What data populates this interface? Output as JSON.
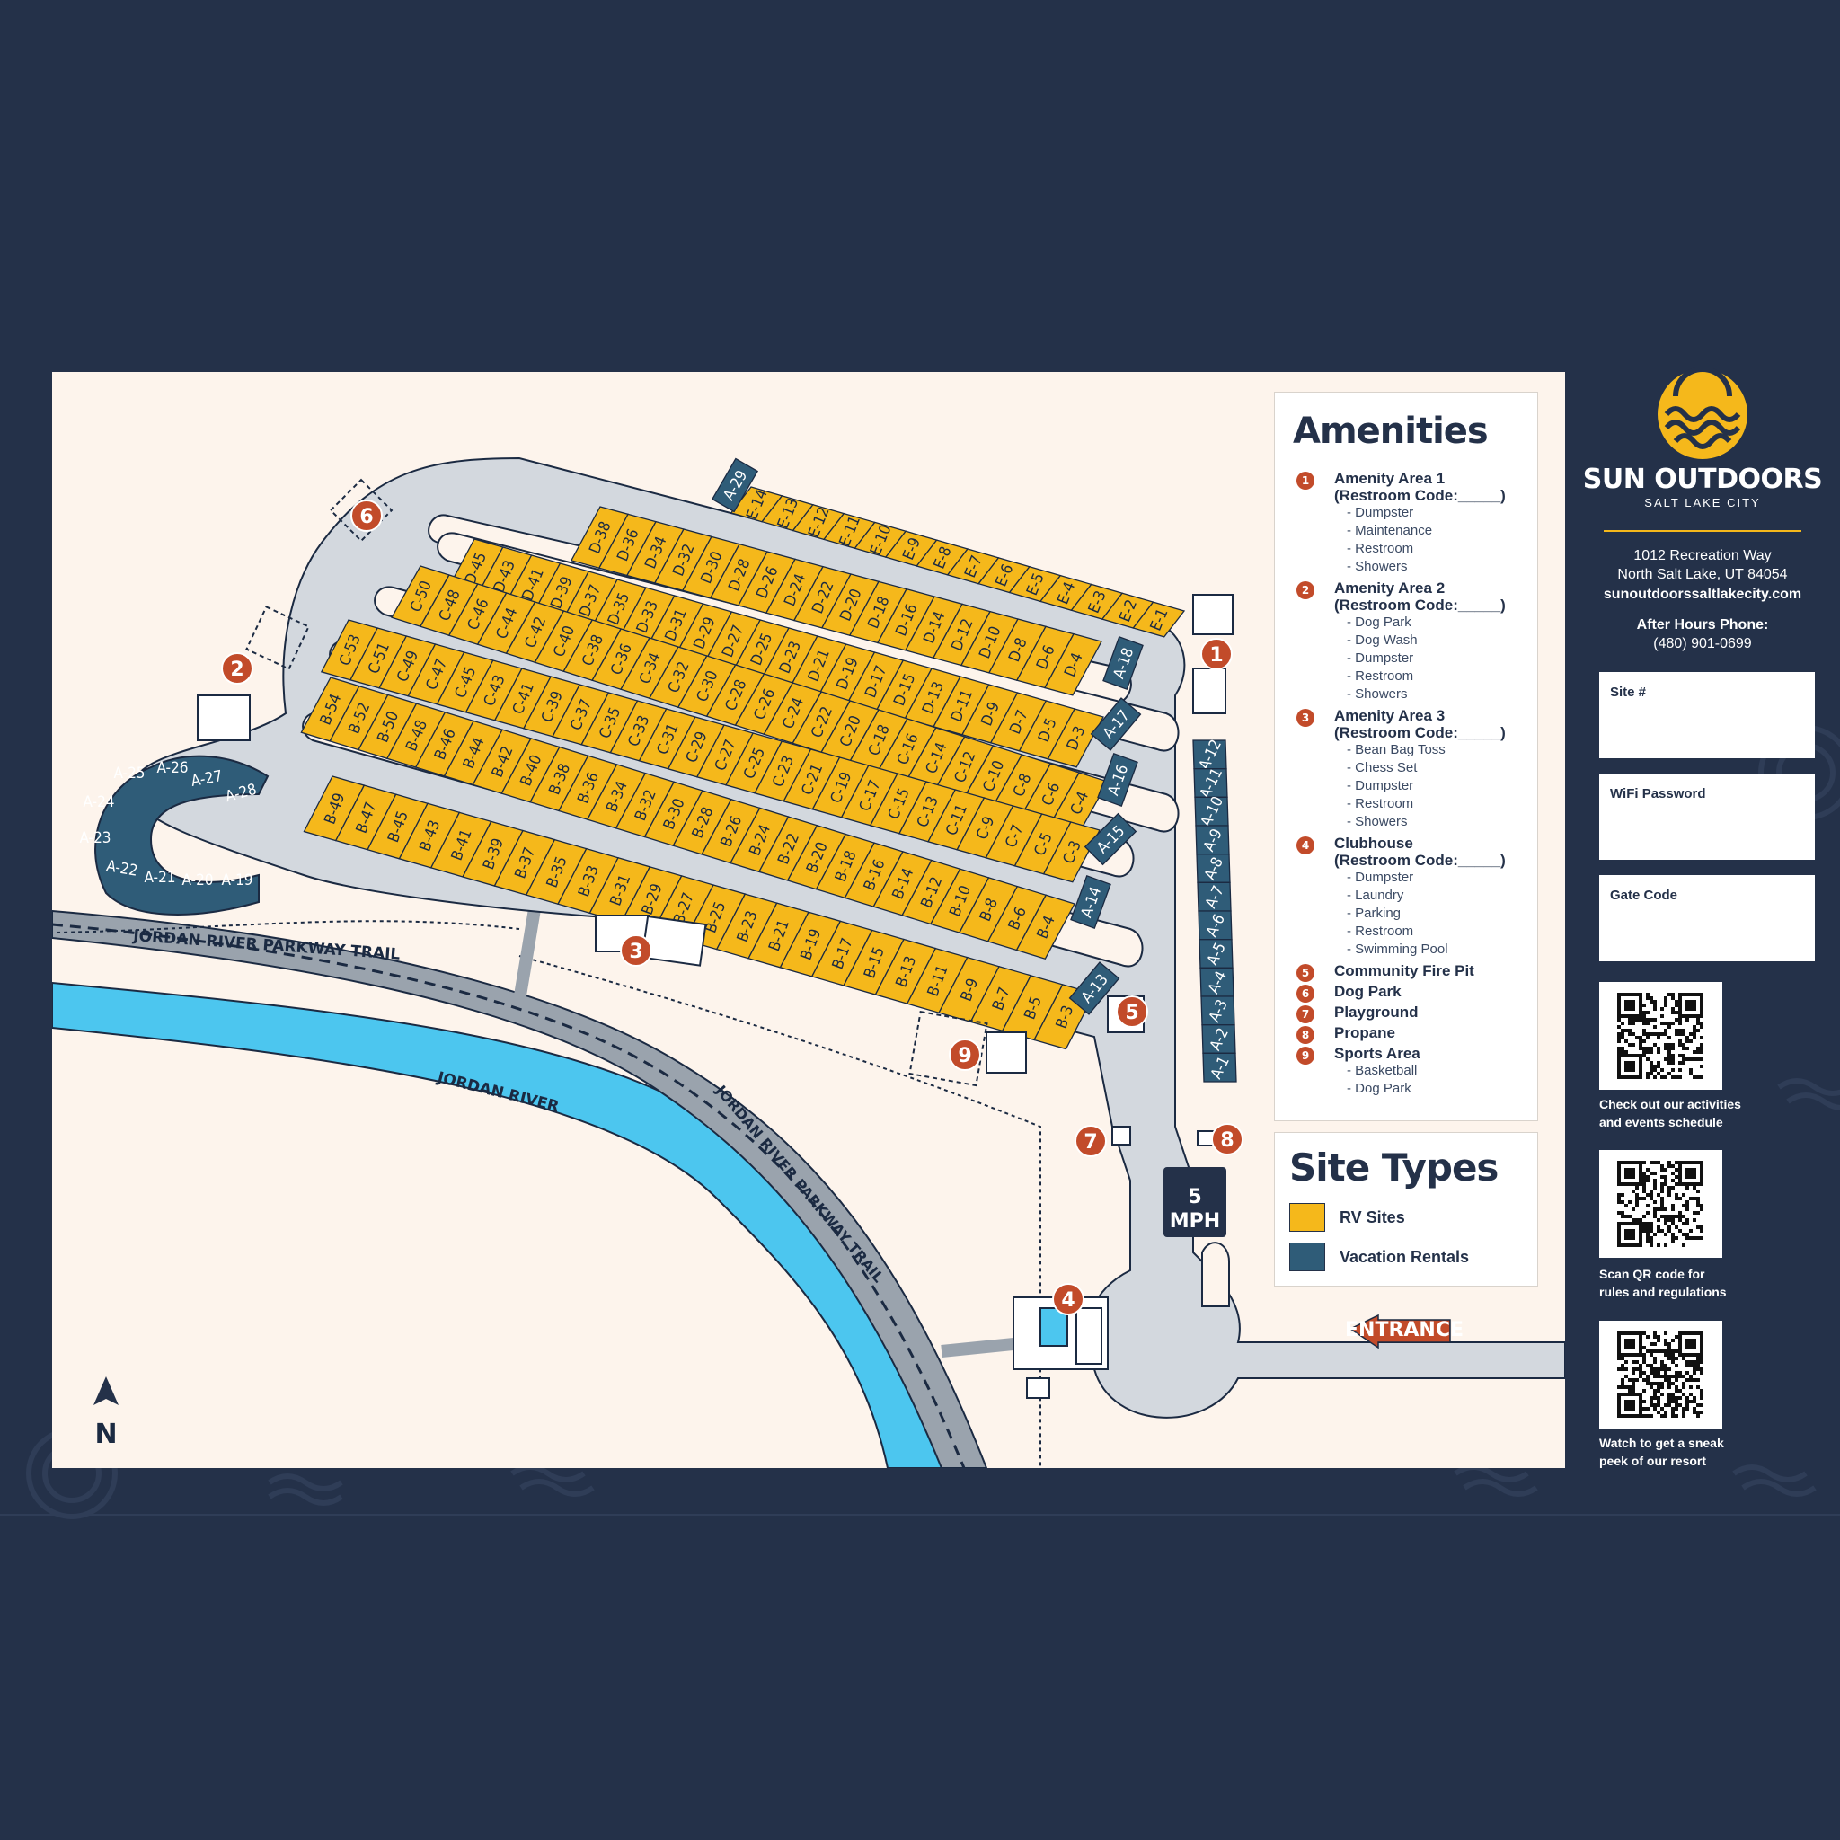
{
  "brand": {
    "name": "SUN OUTDOORS",
    "location": "SALT LAKE CITY",
    "address_line1": "1012 Recreation Way",
    "address_line2": "North Salt Lake, UT 84054",
    "website": "sunoutdoorssaltlakecity.com",
    "after_hours_label": "After Hours Phone:",
    "after_hours_phone": "(480) 901-0699"
  },
  "fields": {
    "site": "Site #",
    "wifi": "WiFi Password",
    "gate": "Gate Code"
  },
  "qr_codes": [
    {
      "caption1": "Check out our activities",
      "caption2": "and events schedule"
    },
    {
      "caption1": "Scan QR code for",
      "caption2": "rules and regulations"
    },
    {
      "caption1": "Watch to get a sneak",
      "caption2": "peek of our resort"
    }
  ],
  "amenities": {
    "title": "Amenities",
    "items": [
      {
        "num": "1",
        "title": "Amenity Area 1",
        "code": "(Restroom Code:_____)",
        "subs": [
          "- Dumpster",
          "- Maintenance",
          "- Restroom",
          "- Showers"
        ]
      },
      {
        "num": "2",
        "title": "Amenity Area 2",
        "code": "(Restroom Code:_____)",
        "subs": [
          "- Dog Park",
          "- Dog Wash",
          "- Dumpster",
          "- Restroom",
          "- Showers"
        ]
      },
      {
        "num": "3",
        "title": "Amenity Area 3",
        "code": "(Restroom Code:_____)",
        "subs": [
          "- Bean Bag Toss",
          "- Chess Set",
          "- Dumpster",
          "- Restroom",
          "- Showers"
        ]
      },
      {
        "num": "4",
        "title": "Clubhouse",
        "code": "(Restroom Code:_____)",
        "subs": [
          "- Dumpster",
          "- Laundry",
          "- Parking",
          "- Restroom",
          "- Swimming Pool"
        ]
      },
      {
        "num": "5",
        "title": "Community Fire Pit",
        "code": "",
        "subs": []
      },
      {
        "num": "6",
        "title": "Dog Park",
        "code": "",
        "subs": []
      },
      {
        "num": "7",
        "title": "Playground",
        "code": "",
        "subs": []
      },
      {
        "num": "8",
        "title": "Propane",
        "code": "",
        "subs": []
      },
      {
        "num": "9",
        "title": "Sports Area",
        "code": "",
        "subs": [
          "- Basketball",
          "- Dog Park"
        ]
      }
    ]
  },
  "site_types": {
    "title": "Site Types",
    "rv_label": "RV Sites",
    "vacation_label": "Vacation Rentals"
  },
  "colors": {
    "navy": "#243149",
    "rv_yellow": "#f5b81b",
    "vacation_teal": "#2f5c78",
    "river_blue": "#4cc6ef",
    "badge_red": "#c24b2a",
    "road_gray": "#d3d8de",
    "trail_gray": "#9aa3ad",
    "map_bg": "#fdf4ec"
  },
  "map": {
    "river_label": "JORDAN RIVER",
    "trail_label_1": "JORDAN RIVER PARKWAY TRAIL",
    "trail_label_2": "JORDAN RIVER PARKWAY TRAIL",
    "entrance_label": "ENTRANCE",
    "speed_value": "5",
    "speed_unit": "MPH",
    "north_label": "N",
    "rows": [
      {
        "name": "row-e",
        "type": "rv",
        "labels": [
          "E-14",
          "E-13",
          "E-12",
          "E-11",
          "E-10",
          "E-9",
          "E-8",
          "E-7",
          "E-6",
          "E-5",
          "E-4",
          "E-3",
          "E-2",
          "E-1"
        ]
      },
      {
        "name": "row-d-upper",
        "type": "rv",
        "labels": [
          "D-38",
          "D-36",
          "D-34",
          "D-32",
          "D-30",
          "D-28",
          "D-26",
          "D-24",
          "D-22",
          "D-20",
          "D-18",
          "D-16",
          "D-14",
          "D-12",
          "D-10",
          "D-8",
          "D-6",
          "D-4"
        ]
      },
      {
        "name": "row-d-lower",
        "type": "rv",
        "labels": [
          "D-45",
          "D-43",
          "D-41",
          "D-39",
          "D-37",
          "D-35",
          "D-33",
          "D-31",
          "D-29",
          "D-27",
          "D-25",
          "D-23",
          "D-21",
          "D-19",
          "D-17",
          "D-15",
          "D-13",
          "D-11",
          "D-9",
          "D-7",
          "D-5",
          "D-3"
        ]
      },
      {
        "name": "row-c-upper",
        "type": "rv",
        "labels": [
          "C-50",
          "C-48",
          "C-46",
          "C-44",
          "C-42",
          "C-40",
          "C-38",
          "C-36",
          "C-34",
          "C-32",
          "C-30",
          "C-28",
          "C-26",
          "C-24",
          "C-22",
          "C-20",
          "C-18",
          "C-16",
          "C-14",
          "C-12",
          "C-10",
          "C-8",
          "C-6",
          "C-4"
        ]
      },
      {
        "name": "row-c-lower",
        "type": "rv",
        "labels": [
          "C-53",
          "C-51",
          "C-49",
          "C-47",
          "C-45",
          "C-43",
          "C-41",
          "C-39",
          "C-37",
          "C-35",
          "C-33",
          "C-31",
          "C-29",
          "C-27",
          "C-25",
          "C-23",
          "C-21",
          "C-19",
          "C-17",
          "C-15",
          "C-13",
          "C-11",
          "C-9",
          "C-7",
          "C-5",
          "C-3"
        ]
      },
      {
        "name": "row-b-upper",
        "type": "rv",
        "labels": [
          "B-54",
          "B-52",
          "B-50",
          "B-48",
          "B-46",
          "B-44",
          "B-42",
          "B-40",
          "B-38",
          "B-36",
          "B-34",
          "B-32",
          "B-30",
          "B-28",
          "B-26",
          "B-24",
          "B-22",
          "B-20",
          "B-18",
          "B-16",
          "B-14",
          "B-12",
          "B-10",
          "B-8",
          "B-6",
          "B-4"
        ]
      },
      {
        "name": "row-b-lower",
        "type": "rv",
        "labels": [
          "B-49",
          "B-47",
          "B-45",
          "B-43",
          "B-41",
          "B-39",
          "B-37",
          "B-35",
          "B-33",
          "B-31",
          "B-29",
          "B-27",
          "B-25",
          "B-23",
          "B-21",
          "B-19",
          "B-17",
          "B-15",
          "B-13",
          "B-11",
          "B-9",
          "B-7",
          "B-5",
          "B-3"
        ]
      },
      {
        "name": "row-a-east",
        "type": "vacation",
        "labels": [
          "A-12",
          "A-11",
          "A-10",
          "A-9",
          "A-8",
          "A-7",
          "A-6",
          "A-5",
          "A-4",
          "A-3",
          "A-2",
          "A-1"
        ]
      }
    ],
    "row_end_sites": [
      "A-29",
      "A-18",
      "A-17",
      "A-16",
      "A-15",
      "A-14",
      "A-13"
    ],
    "loop_sites": [
      "A-25",
      "A-26",
      "A-27",
      "A-28",
      "A-24",
      "A-23",
      "A-22",
      "A-21",
      "A-20",
      "A-19"
    ]
  }
}
